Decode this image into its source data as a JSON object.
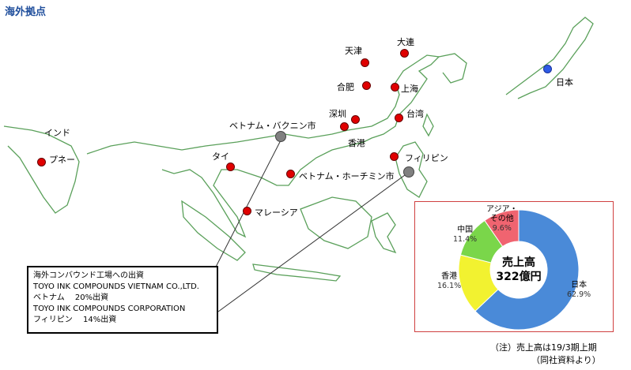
{
  "title": "海外拠点",
  "locations": {
    "tianjin": "天津",
    "dalian": "大連",
    "hefei": "合肥",
    "shanghai": "上海",
    "shenzhen": "深圳",
    "taiwan": "台湾",
    "hongkong": "香港",
    "india": "インド",
    "pune": "プネー",
    "vn_bacninh": "ベトナム・バクニン市",
    "thailand": "タイ",
    "vn_hcm": "ベトナム・ホーチミン市",
    "philippines": "フィリピン",
    "malaysia": "マレーシア",
    "japan": "日本"
  },
  "infobox": {
    "line1": "海外コンバウンド工場への出資",
    "line2": "TOYO INK COMPOUNDS VIETNAM CO.,LTD.",
    "line3": "ベトナム　 20%出資",
    "line4": "TOYO INK COMPOUNDS CORPORATION",
    "line5": "フィリピン　 14%出資"
  },
  "chart_data": {
    "type": "pie",
    "center_label_1": "売上高",
    "center_label_2": "322億円",
    "slices": [
      {
        "label": "日本",
        "value": 62.9,
        "value_text": "62.9%",
        "color": "#4a8ad8"
      },
      {
        "label": "香港",
        "value": 16.1,
        "value_text": "16.1%",
        "color": "#f2f230"
      },
      {
        "label": "中国",
        "value": 11.4,
        "value_text": "11.4%",
        "color": "#7ad64a"
      },
      {
        "label": "アジア・\nその他",
        "value": 9.6,
        "value_text": "9.6%",
        "color": "#f06470"
      }
    ]
  },
  "notes": {
    "note1": "（注）売上高は19/3期上期",
    "note2": "（同社資料より）"
  },
  "colors": {
    "site_dot": "#e00000",
    "japan_dot": "#2e5be6",
    "investment_dot": "#808080",
    "coast": "#5aa05a"
  }
}
